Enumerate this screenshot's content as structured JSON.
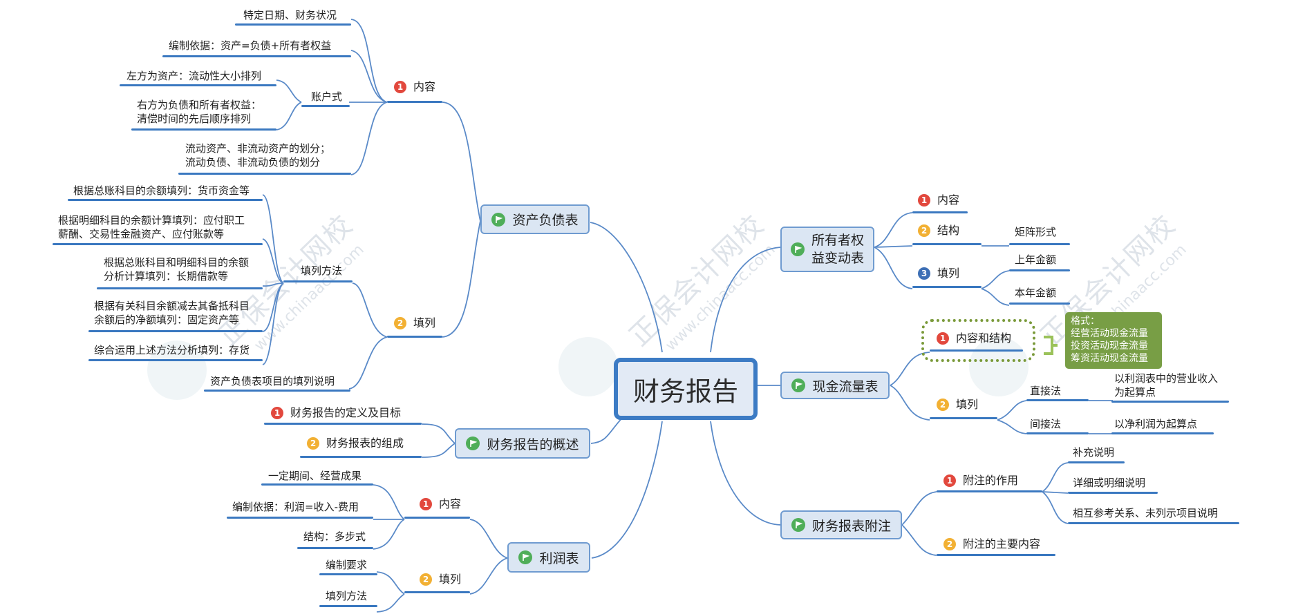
{
  "root": "财务报告",
  "watermark": {
    "text": "正保会计网校",
    "url": "www.chinaacc.com"
  },
  "colors": {
    "line": "#5a8ac8",
    "underline": "#3a78c0",
    "box_fill": "#dbe6f3",
    "box_border": "#6f9bd0",
    "callout": "#789e45",
    "flag": "#4fae59"
  },
  "left": {
    "balance_sheet": {
      "title": "资产负债表",
      "content": {
        "label": "内容",
        "items": [
          "特定日期、财务状况",
          "编制依据：资产=负债+所有者权益"
        ],
        "account_form": {
          "label": "账户式",
          "items": [
            "左方为资产：流动性大小排列",
            "右方为负债和所有者权益：\n清偿时间的先后顺序排列"
          ]
        },
        "division": "流动资产、非流动资产的划分；\n流动负债、非流动负债的划分"
      },
      "fill": {
        "label": "填列",
        "method": {
          "label": "填列方法",
          "items": [
            "根据总账科目的余额填列：货币资金等",
            "根据明细科目的余额计算填列：应付职工\n薪酬、交易性金融资产、应付账款等",
            "根据总账科目和明细科目的余额\n分析计算填列：长期借款等",
            "根据有关科目余额减去其备抵科目\n余额后的净额填列：固定资产等",
            "综合运用上述方法分析填列：存货"
          ]
        },
        "note": "资产负债表项目的填列说明"
      }
    },
    "overview": {
      "title": "财务报告的概述",
      "items": [
        "财务报告的定义及目标",
        "财务报表的组成"
      ]
    },
    "income": {
      "title": "利润表",
      "content": {
        "label": "内容",
        "items": [
          "一定期间、经营成果",
          "编制依据：利润=收入-费用",
          "结构：多步式"
        ]
      },
      "fill": {
        "label": "填列",
        "items": [
          "编制要求",
          "填列方法"
        ]
      }
    }
  },
  "right": {
    "equity": {
      "title": "所有者权\n益变动表",
      "content": "内容",
      "structure": {
        "label": "结构",
        "item": "矩阵形式"
      },
      "fill": {
        "label": "填列",
        "items": [
          "上年金额",
          "本年金额"
        ]
      }
    },
    "cash": {
      "title": "现金流量表",
      "content_structure": "内容和结构",
      "callout": [
        "格式：",
        "经营活动现金流量",
        "投资活动现金流量",
        "筹资活动现金流量"
      ],
      "fill": {
        "label": "填列",
        "direct": {
          "label": "直接法",
          "desc": "以利润表中的营业收入\n为起算点"
        },
        "indirect": {
          "label": "间接法",
          "desc": "以净利润为起算点"
        }
      }
    },
    "notes": {
      "title": "财务报表附注",
      "role": {
        "label": "附注的作用",
        "items": [
          "补充说明",
          "详细或明细说明",
          "相互参考关系、未列示项目说明"
        ]
      },
      "main": "附注的主要内容"
    }
  }
}
